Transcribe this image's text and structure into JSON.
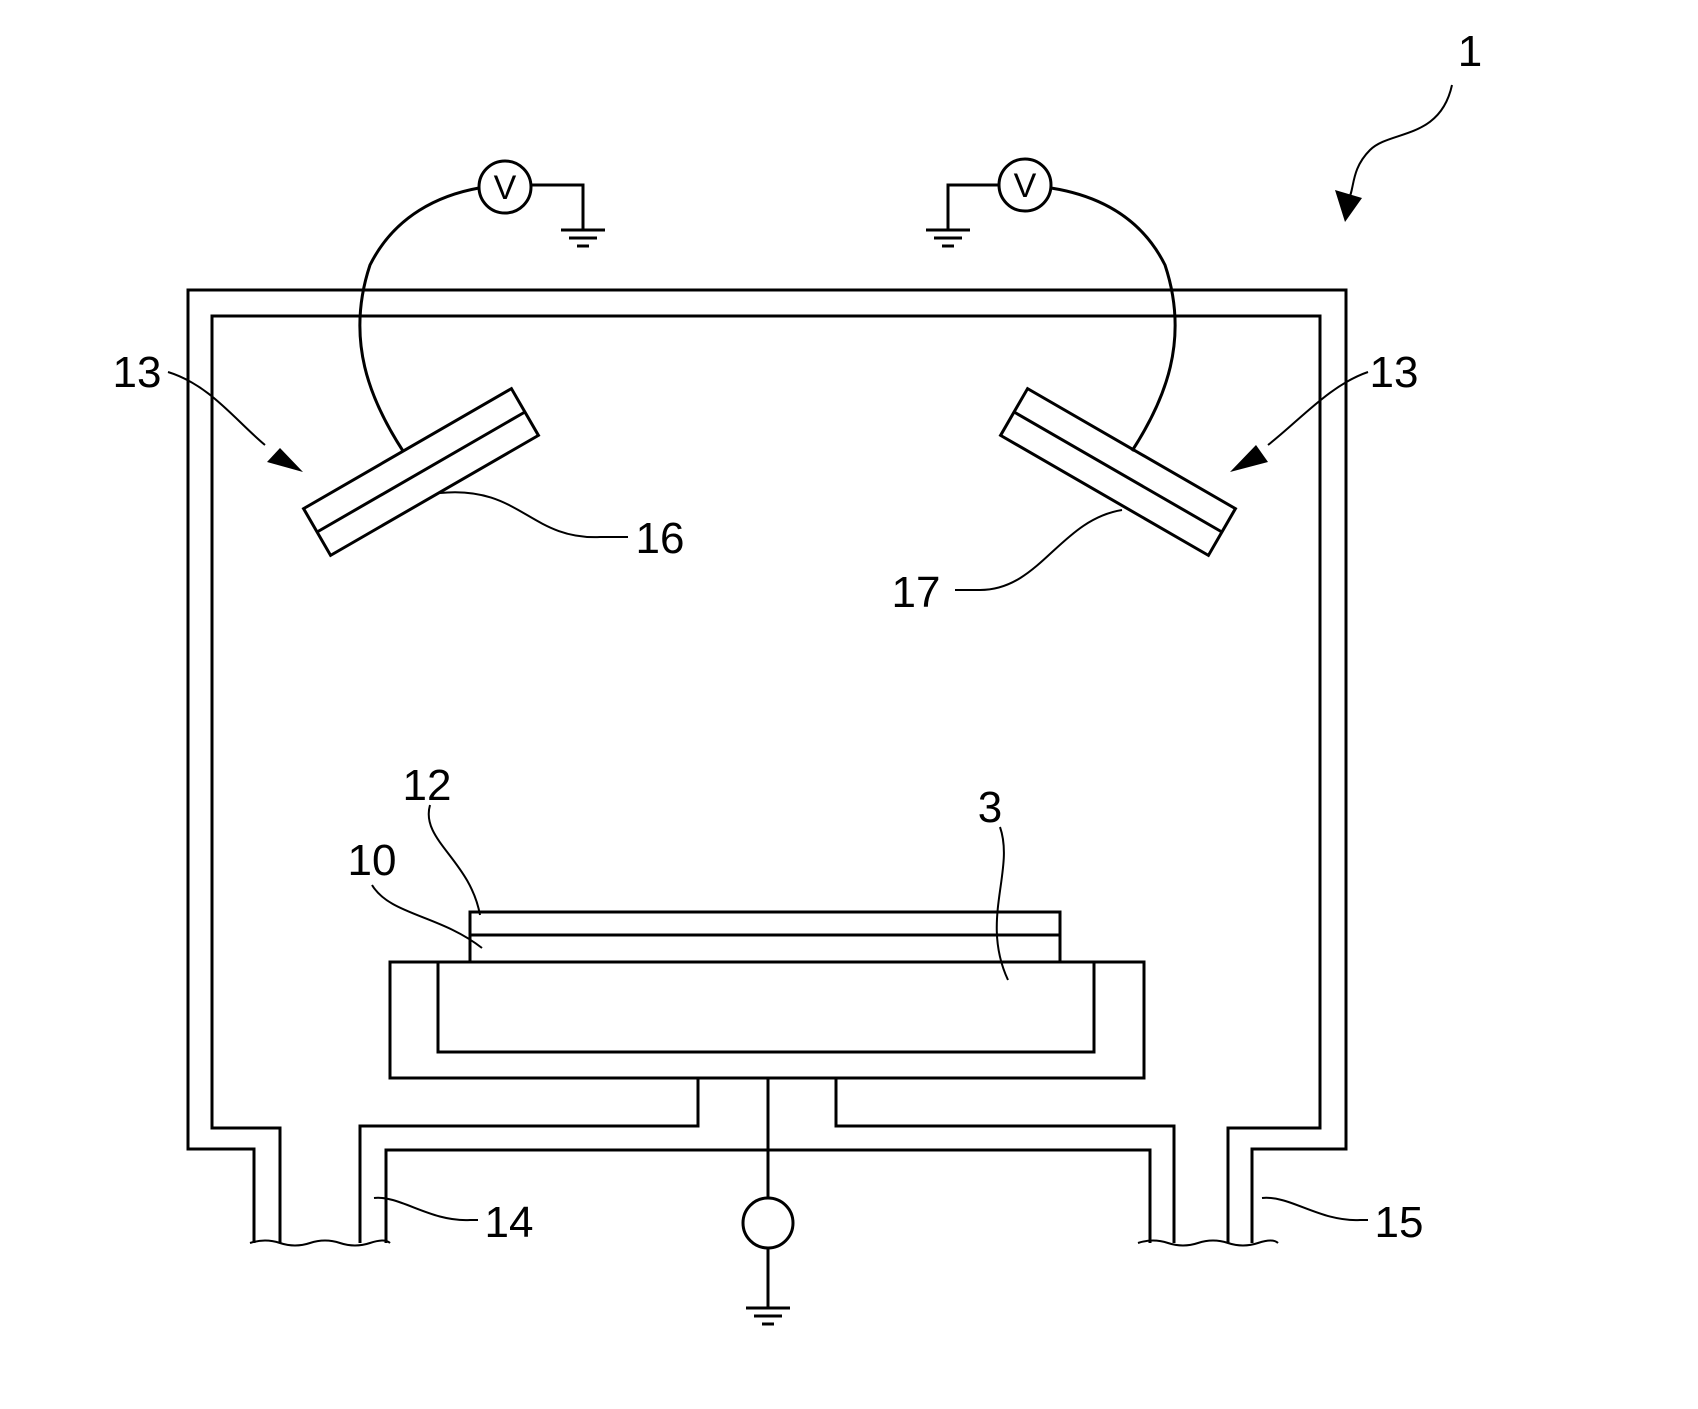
{
  "labels": {
    "apparatus": "1",
    "sputter_unit_left": "13",
    "sputter_unit_right": "13",
    "target_left": "16",
    "target_right": "17",
    "layer_upper": "12",
    "layer_lower": "10",
    "substrate_holder": "3",
    "port_left": "14",
    "port_right": "15",
    "voltmeter_left": "V",
    "voltmeter_right": "V"
  }
}
